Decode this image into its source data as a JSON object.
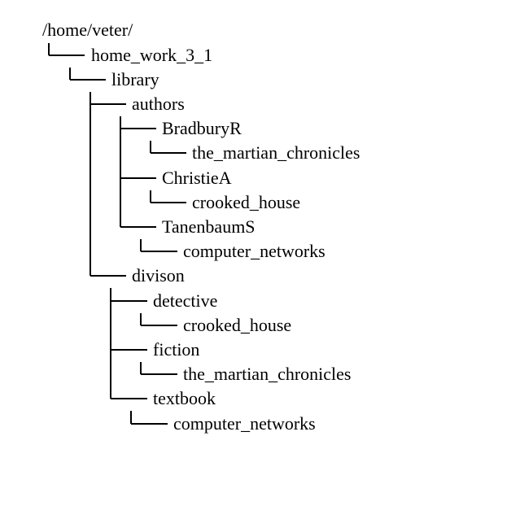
{
  "tree": {
    "root": "/home/veter/",
    "nodes": [
      {
        "id": "home-work",
        "label": "home_work_3_1",
        "parent": "root"
      },
      {
        "id": "library",
        "label": "library",
        "parent": "home-work"
      },
      {
        "id": "authors",
        "label": "authors",
        "parent": "library"
      },
      {
        "id": "bradbury",
        "label": "BradburyR",
        "parent": "authors"
      },
      {
        "id": "bradbury-book",
        "label": "the_martian_chronicles",
        "parent": "bradbury"
      },
      {
        "id": "christie",
        "label": "ChristieA",
        "parent": "authors"
      },
      {
        "id": "christie-book",
        "label": "crooked_house",
        "parent": "christie"
      },
      {
        "id": "tanenbaum",
        "label": "TanenbaumS",
        "parent": "authors"
      },
      {
        "id": "tanenbaum-book",
        "label": "computer_networks",
        "parent": "tanenbaum"
      },
      {
        "id": "divison",
        "label": "divison",
        "parent": "library"
      },
      {
        "id": "detective",
        "label": "detective",
        "parent": "divison"
      },
      {
        "id": "detective-book",
        "label": "crooked_house",
        "parent": "detective"
      },
      {
        "id": "fiction",
        "label": "fiction",
        "parent": "divison"
      },
      {
        "id": "fiction-book",
        "label": "the_martian_chronicles",
        "parent": "fiction"
      },
      {
        "id": "textbook",
        "label": "textbook",
        "parent": "divison"
      },
      {
        "id": "textbook-book",
        "label": "computer_networks",
        "parent": "textbook"
      }
    ]
  }
}
